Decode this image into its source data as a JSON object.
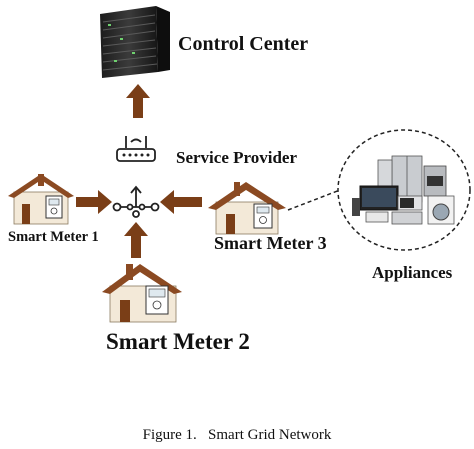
{
  "nodes": {
    "control_center": "Control Center",
    "service_provider": "Service Provider",
    "smart_meter_1": "Smart Meter 1",
    "smart_meter_2": "Smart Meter 2",
    "smart_meter_3": "Smart Meter 3",
    "appliances": "Appliances"
  },
  "caption": "Figure 1.   Smart Grid Network",
  "colors": {
    "arrow": "#7a3e17",
    "roof": "#8b4a22",
    "wall": "#f3e9d8",
    "server": "#2b2b2b"
  }
}
